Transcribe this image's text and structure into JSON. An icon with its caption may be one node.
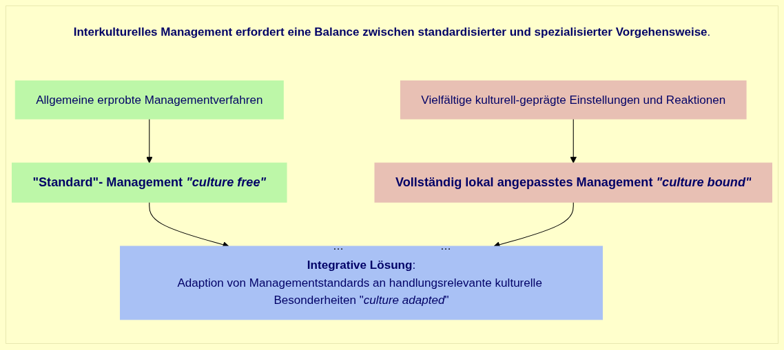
{
  "diagram": {
    "title": "**Interkulturelles Management erfordert eine Balance zwischen standardisierter und spezialisierter Vorgehensweise**.",
    "nodes": [
      {
        "text": [
          "Allgemeine erprobte Managementverfahren"
        ]
      },
      {
        "text": [
          "Vielfältige kulturell-geprägte Einstellungen und Reaktionen"
        ]
      },
      {
        "text": [
          "\"Standard\"- Management *\"culture free\"*"
        ]
      },
      {
        "text": [
          "Vollständig lokal angepasstes Management *\"culture bound\"*"
        ]
      },
      {
        "text": [
          "**Integrative Lösung**:",
          "Adaption von Managementstandards an handlungsrelevante kulturelle Besonderheiten \"*culture adapted*\""
        ]
      }
    ],
    "edges": [
      {
        "from": 0,
        "to": 2,
        "arrow": "to"
      },
      {
        "from": 1,
        "to": 3,
        "arrow": "to"
      },
      {
        "from": 2,
        "to": 4,
        "arrow": "to"
      },
      {
        "from": 3,
        "to": 4,
        "arrow": "to"
      }
    ],
    "labels": [
      "…",
      "…"
    ]
  }
}
